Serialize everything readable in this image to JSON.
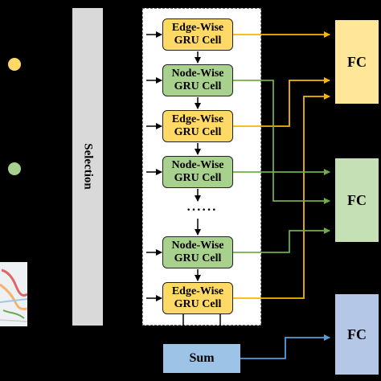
{
  "colors": {
    "edge_cell": "#ffd966",
    "node_cell": "#a9d18e",
    "edge_wire": "#f5b800",
    "node_wire": "#70ad47",
    "sum_wire": "#5b9bd5",
    "fc_yellow": "#ffe699",
    "fc_green": "#c5e0b4",
    "fc_blue": "#b4c7e7",
    "sum_box": "#9dc3e6",
    "selection_bar": "#d9d9d9"
  },
  "selection": {
    "label": "Selection"
  },
  "cells": [
    {
      "kind": "edge",
      "line1": "Edge-Wise",
      "line2": "GRU Cell"
    },
    {
      "kind": "node",
      "line1": "Node-Wise",
      "line2": "GRU Cell"
    },
    {
      "kind": "edge",
      "line1": "Edge-Wise",
      "line2": "GRU Cell"
    },
    {
      "kind": "node",
      "line1": "Node-Wise",
      "line2": "GRU Cell"
    },
    {
      "kind": "node",
      "line1": "Node-Wise",
      "line2": "GRU Cell"
    },
    {
      "kind": "edge",
      "line1": "Edge-Wise",
      "line2": "GRU Cell"
    }
  ],
  "ellipsis": "······",
  "sum": {
    "label": "Sum"
  },
  "fc_blocks": [
    {
      "label": "FC",
      "color": "yellow"
    },
    {
      "label": "FC",
      "color": "green"
    },
    {
      "label": "FC",
      "color": "blue"
    }
  ],
  "legend_dots": [
    {
      "color": "#ffd966",
      "icon": "edge-dot"
    },
    {
      "color": "#a9d18e",
      "icon": "node-dot"
    }
  ]
}
